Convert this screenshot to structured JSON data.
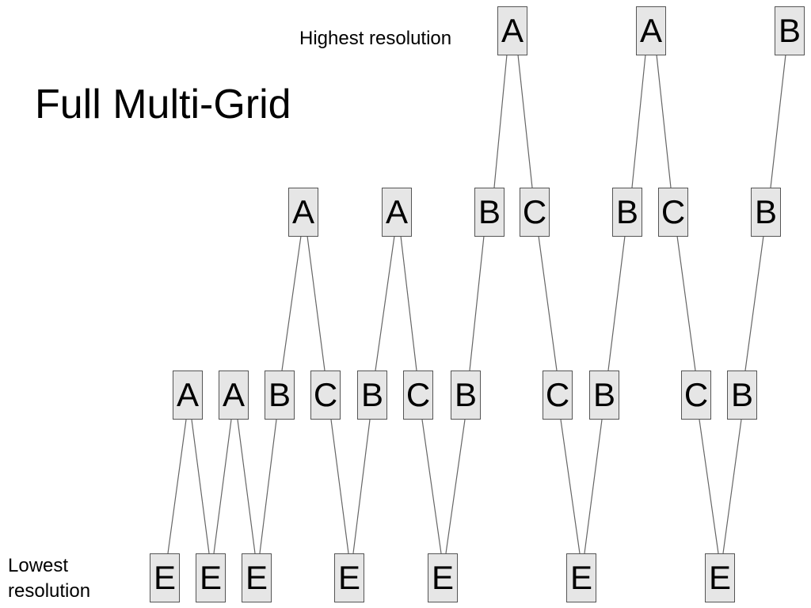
{
  "title": "Full Multi-Grid",
  "labels": {
    "highest": "Highest resolution",
    "lowest_line1": "Lowest",
    "lowest_line2": "resolution"
  },
  "colors": {
    "node_fill": "#e6e6e6",
    "node_border": "#555555",
    "edge": "#666666"
  },
  "levels": [
    {
      "name": "highest",
      "nodes": [
        "A",
        "A",
        "B"
      ]
    },
    {
      "name": "level-2",
      "nodes": [
        "A",
        "A",
        "B",
        "C",
        "B",
        "C",
        "B"
      ]
    },
    {
      "name": "level-1",
      "nodes": [
        "A",
        "A",
        "B",
        "C",
        "B",
        "C",
        "B",
        "C",
        "B",
        "C",
        "B"
      ]
    },
    {
      "name": "lowest",
      "nodes": [
        "E",
        "E",
        "E",
        "E",
        "E",
        "E",
        "E"
      ]
    }
  ]
}
